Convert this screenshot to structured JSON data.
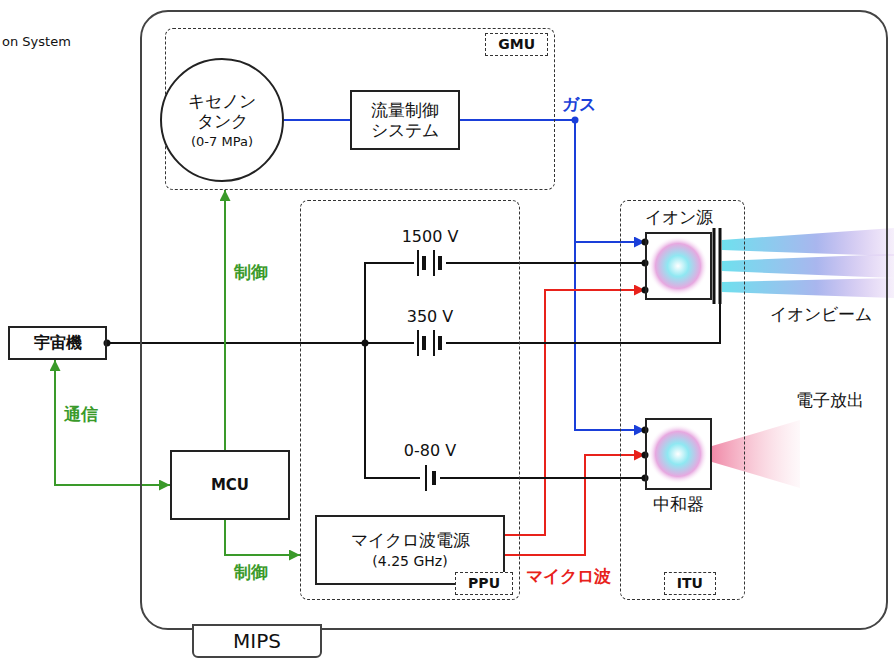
{
  "diagram": {
    "nodes": [
      {
        "text": [
          "MIPS"
        ]
      },
      {
        "text": [
          "GMU"
        ],
        "in": 0
      },
      {
        "text": [
          "キセノン タンク",
          "(0-7 MPa)"
        ],
        "in": 1
      },
      {
        "text": [
          "流量制御 システム"
        ],
        "in": 1
      },
      {
        "text": [
          "PPU"
        ],
        "in": 0
      },
      {
        "text": [
          "マイクロ波電源",
          "(4.25 GHz)"
        ],
        "in": 4
      },
      {
        "text": [
          "ITU"
        ],
        "in": 0
      },
      {
        "text": [
          "イオン源"
        ],
        "in": 6
      },
      {
        "text": [
          "中和器"
        ],
        "in": 6
      },
      {
        "text": [
          "MCU"
        ],
        "in": 0
      },
      {
        "text": [
          "宇宙機"
        ]
      }
    ],
    "edges": [
      {
        "from": 2,
        "to": 3,
        "arrow": "none"
      },
      {
        "from": 3,
        "to": 7,
        "arrow": "to",
        "label": "ガス"
      },
      {
        "from": 3,
        "to": 8,
        "arrow": "to"
      },
      {
        "from": 5,
        "to": 7,
        "arrow": "to"
      },
      {
        "from": 5,
        "to": 8,
        "arrow": "to",
        "label": "マイクロ波"
      },
      {
        "from": 10,
        "to": 7,
        "arrow": "none"
      },
      {
        "from": 10,
        "to": 8,
        "arrow": "none"
      },
      {
        "from": 10,
        "to": 9,
        "arrow": "both",
        "label": "通信"
      },
      {
        "from": 9,
        "to": 1,
        "arrow": "to",
        "label": "制御"
      },
      {
        "from": 9,
        "to": 4,
        "arrow": "to",
        "label": "制御"
      }
    ],
    "labels": [
      "on System",
      "1500 V",
      "350 V",
      "0-80 V",
      "イオンビーム",
      "電子放出"
    ]
  }
}
